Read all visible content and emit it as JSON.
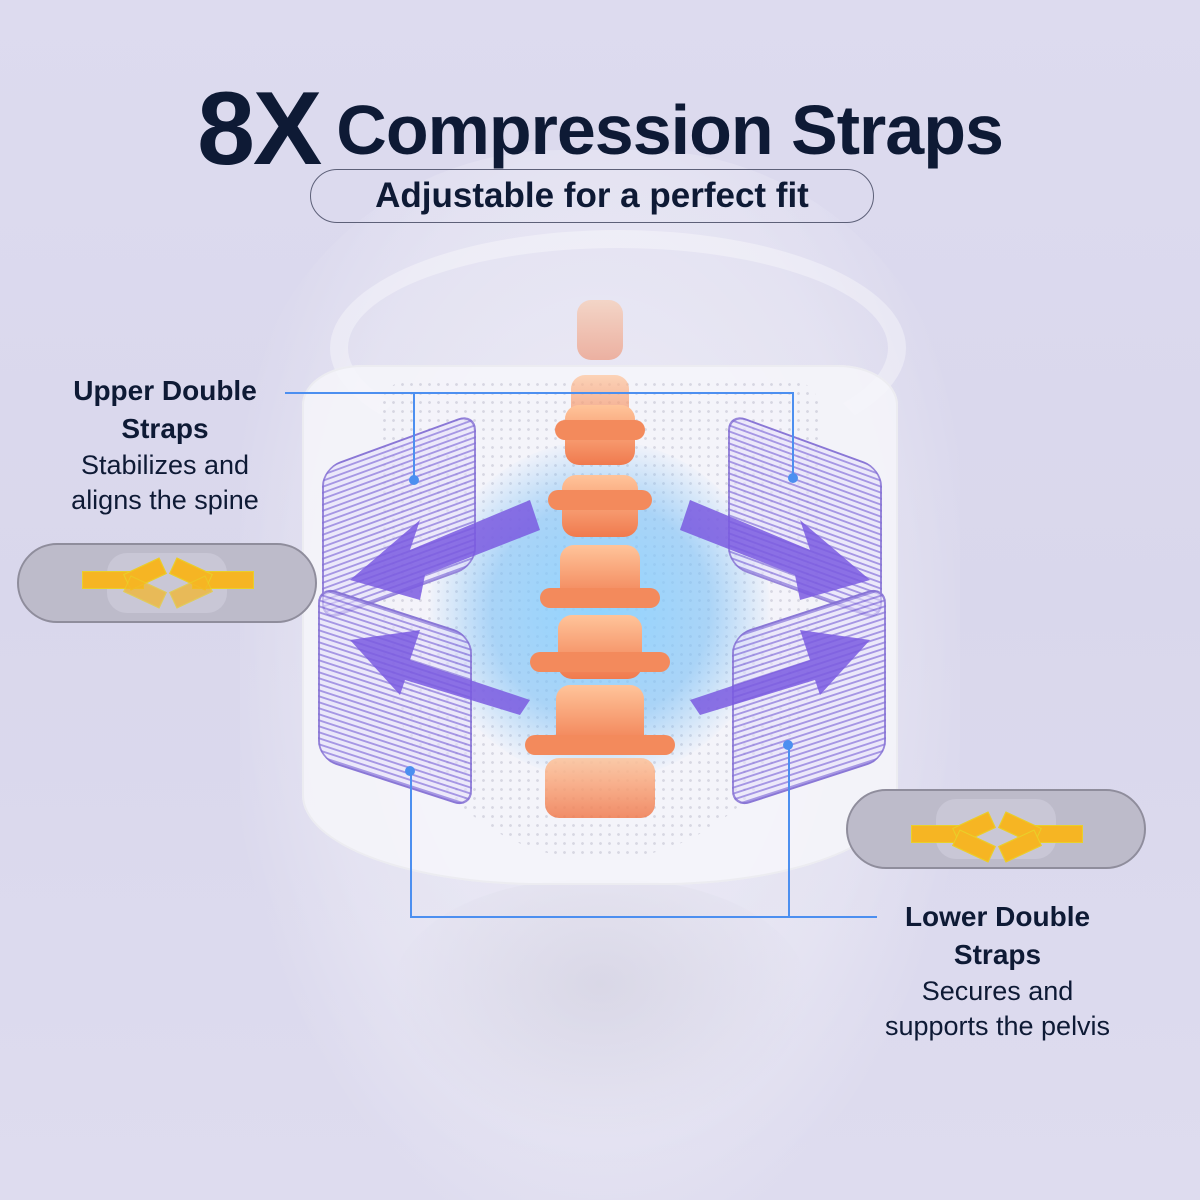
{
  "header": {
    "count": "8X",
    "title": "Compression Straps",
    "subtitle": "Adjustable for a perfect fit"
  },
  "callouts": {
    "upper": {
      "heading_line1": "Upper Double",
      "heading_line2": "Straps",
      "desc_line1": "Stabilizes and",
      "desc_line2": "aligns the spine"
    },
    "lower": {
      "heading_line1": "Lower Double",
      "heading_line2": "Straps",
      "desc_line1": "Secures and",
      "desc_line2": "supports the pelvis"
    }
  },
  "colors": {
    "background": "#dcdaee",
    "text": "#0e1a35",
    "connector": "#4c8ff0",
    "strap": "#8c78dc",
    "spine": "#f07a4e",
    "highlight_strap": "#f6b523"
  },
  "illustration": {
    "icons": [
      "back-brace-illustration",
      "spine-illustration",
      "compression-arrow-icon",
      "mini-brace-upper-straps-diagram",
      "mini-brace-lower-straps-diagram"
    ]
  }
}
